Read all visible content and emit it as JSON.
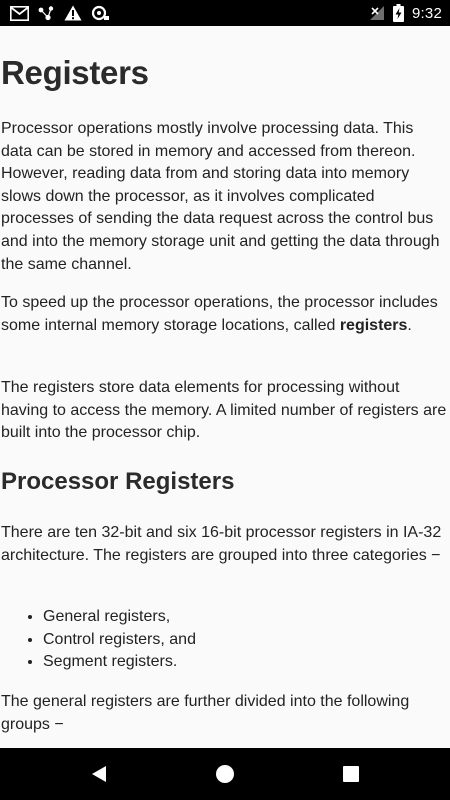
{
  "status_bar": {
    "time": "9:32",
    "icons": [
      "gmail-icon",
      "network-icon",
      "warning-icon",
      "sync-icon"
    ],
    "right_icons": [
      "no-signal-icon",
      "battery-charging-icon"
    ]
  },
  "article": {
    "title": "Registers",
    "p1": "Processor operations mostly involve processing data. This data can be stored in memory and accessed from thereon. However, reading data from and storing data into memory slows down the processor, as it involves complicated processes of sending the data request across the control bus and into the memory storage unit and getting the data through the same channel.",
    "p2_before": "To speed up the processor operations, the processor includes some internal memory storage locations, called ",
    "p2_bold": "registers",
    "p2_after": ".",
    "p3": "The registers store data elements for processing without having to access the memory. A limited number of registers are built into the processor chip.",
    "section_title": "Processor Registers",
    "p4": "There are ten 32-bit and six 16-bit processor registers in IA-32 architecture. The registers are grouped into three categories −",
    "list": [
      "General registers,",
      "Control registers, and",
      "Segment registers."
    ],
    "p5": "The general registers are further divided into the following groups −"
  },
  "nav_bar": {
    "buttons": [
      "back",
      "home",
      "recents"
    ]
  }
}
